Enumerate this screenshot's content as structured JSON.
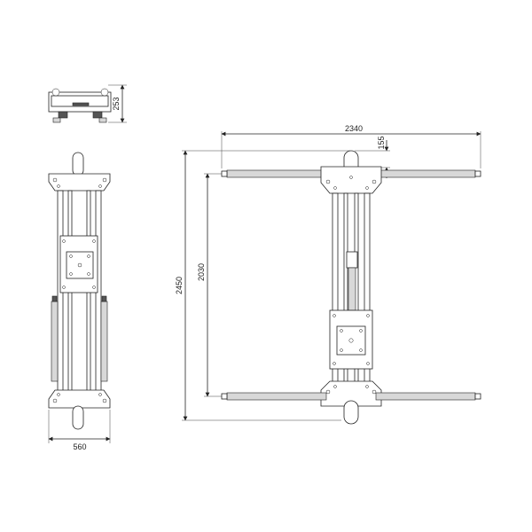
{
  "dimensions": {
    "top_view_height": "253",
    "side_view_width": "560",
    "front_width": "2340",
    "front_offset": "155",
    "front_total_height": "2450",
    "front_inner_height": "2030"
  },
  "colors": {
    "line": "#222222",
    "shade": "#d8d8d8",
    "background": "#ffffff"
  }
}
